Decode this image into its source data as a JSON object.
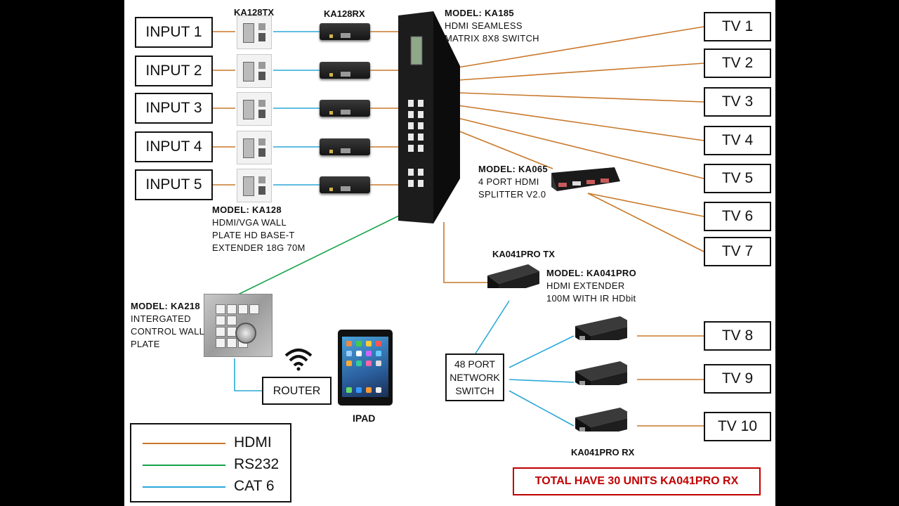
{
  "inputs": [
    "INPUT 1",
    "INPUT 2",
    "INPUT 3",
    "INPUT 4",
    "INPUT 5"
  ],
  "tvs": [
    "TV 1",
    "TV 2",
    "TV 3",
    "TV 4",
    "TV 5",
    "TV 6",
    "TV 7",
    "TV 8",
    "TV 9",
    "TV 10"
  ],
  "labels": {
    "ka128tx": "KA128TX",
    "ka128rx": "KA128RX",
    "ka185": {
      "model": "MODEL: KA185",
      "line1": "HDMI SEAMLESS",
      "line2": "MATRIX 8X8 SWITCH"
    },
    "ka065": {
      "model": "MODEL: KA065",
      "line1": "4 PORT HDMI",
      "line2": "SPLITTER V2.0"
    },
    "ka128": {
      "model": "MODEL: KA128",
      "line1": "HDMI/VGA WALL",
      "line2": "PLATE HD BASE-T",
      "line3": "EXTENDER 18G 70M"
    },
    "ka041tx": "KA041PRO TX",
    "ka041pro": {
      "model": "MODEL: KA041PRO",
      "line1": "HDMI EXTENDER",
      "line2": "100M WITH IR HDbit"
    },
    "ka041rx": "KA041PRO RX",
    "ka218": {
      "model": "MODEL: KA218",
      "line1": "INTERGATED",
      "line2": "CONTROL WALL",
      "line3": "PLATE"
    },
    "router": "ROUTER",
    "ipad": "IPAD",
    "switch": {
      "line1": "48 PORT",
      "line2": "NETWORK",
      "line3": "SWITCH"
    }
  },
  "legend": [
    {
      "name": "HDMI",
      "color": "#c8782a"
    },
    {
      "name": "RS232",
      "color": "#16a34a"
    },
    {
      "name": "CAT 6",
      "color": "#2aa8d8"
    }
  ],
  "total_note": "TOTAL HAVE 30 UNITS KA041PRO RX",
  "icons": [
    "wifi-icon"
  ]
}
